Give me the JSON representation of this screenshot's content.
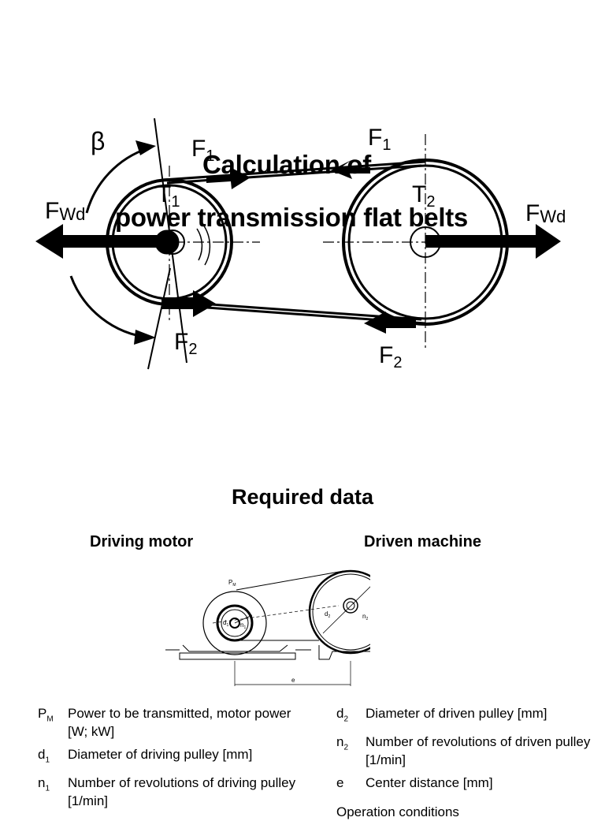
{
  "top_diagram": {
    "title_line1": "Calculation of",
    "title_line2": "power transmission flat belts",
    "labels": {
      "beta": "β",
      "fwd_left": "F",
      "fwd_left_sub": "Wd",
      "fwd_right": "F",
      "fwd_right_sub": "Wd",
      "f1_left": "F",
      "f1_left_sub": "1",
      "f1_right": "F",
      "f1_right_sub": "1",
      "t1": "T",
      "t1_sub": "1",
      "t2": "T",
      "t2_sub": "2",
      "f2_left": "F",
      "f2_left_sub": "2",
      "f2_right": "F",
      "f2_right_sub": "2"
    }
  },
  "section": {
    "heading": "Required data",
    "driving_heading": "Driving motor",
    "driven_heading": "Driven machine"
  },
  "bottom_diagram": {
    "pm": "P",
    "pm_sub": "M",
    "d1": "d",
    "d1_sub": "1",
    "n1": "n",
    "n1_sub": "1",
    "d2": "d",
    "d2_sub": "2",
    "n2": "n",
    "n2_sub": "2",
    "e": "e"
  },
  "left_definitions": [
    {
      "symbol": "P",
      "sub": "M",
      "text": "Power to be transmitted, motor power [W; kW]"
    },
    {
      "symbol": "d",
      "sub": "1",
      "text": "Diameter of driving pulley [mm]"
    },
    {
      "symbol": "n",
      "sub": "1",
      "text": "Number of revolutions of driving pulley [1/min]"
    }
  ],
  "right_definitions": [
    {
      "symbol": "d",
      "sub": "2",
      "text": "Diameter of driven pulley [mm]"
    },
    {
      "symbol": "n",
      "sub": "2",
      "text": "Number of revolutions of driven pulley [1/min]"
    },
    {
      "symbol": "e",
      "sub": "",
      "text": "Center distance [mm]"
    }
  ],
  "operation_conditions": "Operation conditions"
}
